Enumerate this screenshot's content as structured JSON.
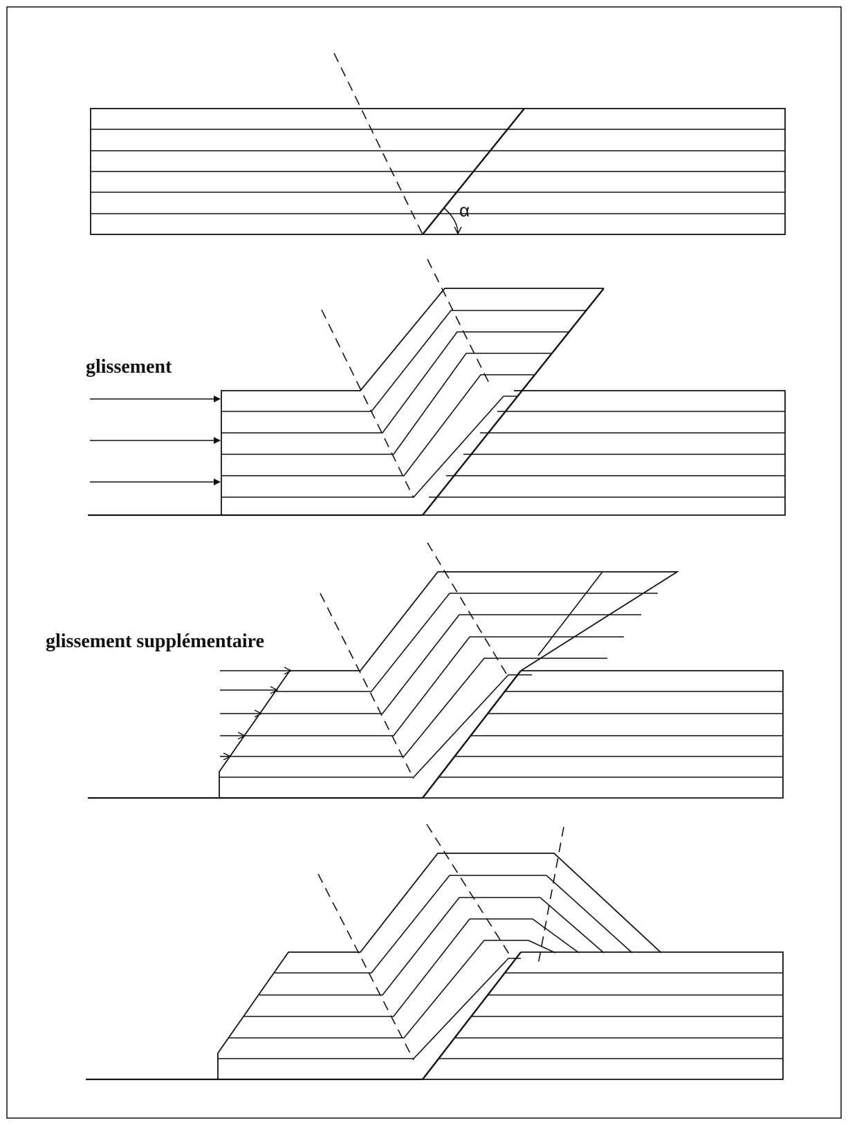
{
  "diagram": {
    "panel_1": {
      "angle_label": "α"
    },
    "panel_2": {
      "label": "glissement"
    },
    "panel_3": {
      "label": "glissement supplémentaire"
    },
    "panel_4": {}
  }
}
